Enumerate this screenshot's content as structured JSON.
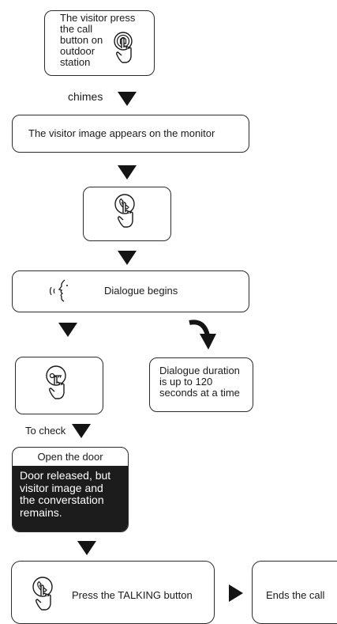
{
  "steps": {
    "visitor_press": "The visitor press\nthe call\nbutton on\noutdoor\nstation",
    "chimes": "chimes",
    "image_appears": "The visitor image appears on the monitor",
    "dialogue_begins": "Dialogue begins",
    "dialogue_duration": "Dialogue duration\nis up to 120\nseconds    at a time",
    "to_check": "To check",
    "open_door": "Open the door",
    "door_released": "Door released, but\nvisitor image and\nthe converstation\nremains.",
    "press_talking": "Press the TALKING button",
    "ends_call": "Ends the call"
  },
  "icons": {
    "bell_hand": "bell-press-icon",
    "phone_hand": "phone-press-icon",
    "speaking_face": "speaking-face-icon",
    "key_hand": "key-press-icon"
  },
  "colors": {
    "dark_panel": "#1c1c1c",
    "arrow": "#141414"
  }
}
